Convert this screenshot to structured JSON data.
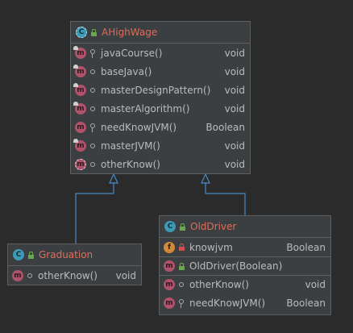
{
  "classes": {
    "ahighwage": {
      "title": "AHighWage",
      "kind_icon": "class-icon",
      "methods": [
        {
          "name": "javaCourse()",
          "type": "void"
        },
        {
          "name": "baseJava()",
          "type": "void"
        },
        {
          "name": "masterDesignPattern()",
          "type": "void"
        },
        {
          "name": "masterAlgorithm()",
          "type": "void"
        },
        {
          "name": "needKnowJVM()",
          "type": "Boolean"
        },
        {
          "name": "masterJVM()",
          "type": "void"
        },
        {
          "name": "otherKnow()",
          "type": "void"
        }
      ]
    },
    "graduation": {
      "title": "Graduation",
      "kind_icon": "class-icon",
      "methods": [
        {
          "name": "otherKnow()",
          "type": "void"
        }
      ]
    },
    "olddriver": {
      "title": "OldDriver",
      "kind_icon": "class-icon",
      "fields": [
        {
          "name": "knowjvm",
          "type": "Boolean"
        }
      ],
      "constructors": [
        {
          "name": "OldDriver(Boolean)",
          "type": ""
        }
      ],
      "methods": [
        {
          "name": "otherKnow()",
          "type": "void"
        },
        {
          "name": "needKnowJVM()",
          "type": "Boolean"
        }
      ]
    }
  },
  "colors": {
    "background": "#2b2b2b",
    "box": "#3c3f41",
    "border": "#5e6060",
    "title": "#e06c5a",
    "edge": "#4a88c7"
  }
}
